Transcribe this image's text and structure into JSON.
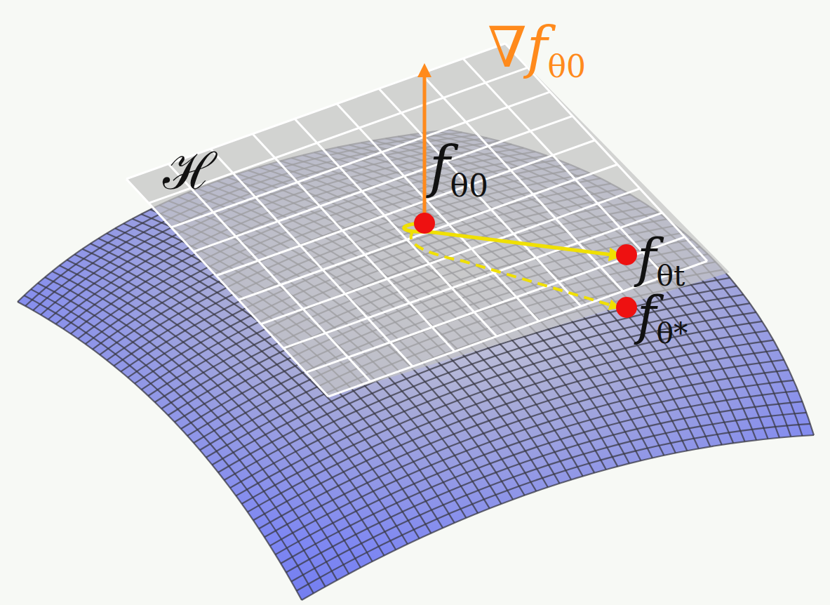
{
  "diagram": {
    "labels": [
      "∇fθ0",
      "ℋ",
      "fθ0",
      "fθt",
      "fθ*"
    ]
  }
}
